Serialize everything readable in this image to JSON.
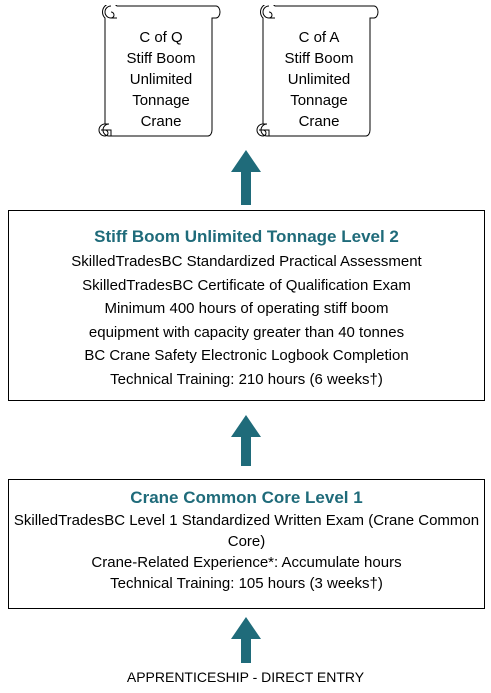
{
  "certificates": [
    {
      "lines": [
        "C of Q",
        "Stiff Boom",
        "Unlimited",
        "Tonnage",
        "Crane"
      ]
    },
    {
      "lines": [
        "C of A",
        "Stiff Boom",
        "Unlimited",
        "Tonnage",
        "Crane"
      ]
    }
  ],
  "level2": {
    "title": "Stiff Boom Unlimited Tonnage Level 2",
    "lines": [
      "SkilledTradesBC Standardized Practical Assessment",
      "SkilledTradesBC Certificate of Qualification Exam",
      "Minimum 400 hours of operating stiff boom",
      "equipment with capacity greater than 40 tonnes",
      "BC Crane Safety Electronic Logbook Completion",
      "Technical Training:  210 hours (6 weeks†)"
    ]
  },
  "level1": {
    "title": "Crane Common Core Level 1",
    "lines": [
      "SkilledTradesBC Level 1 Standardized Written Exam (Crane Common Core)",
      "Crane-Related Experience*:  Accumulate hours",
      "Technical Training:  105 hours (3 weeks†)"
    ]
  },
  "entry_label": "APPRENTICESHIP - DIRECT ENTRY",
  "colors": {
    "title": "#1f6b7a",
    "arrow": "#1f6b7a"
  }
}
